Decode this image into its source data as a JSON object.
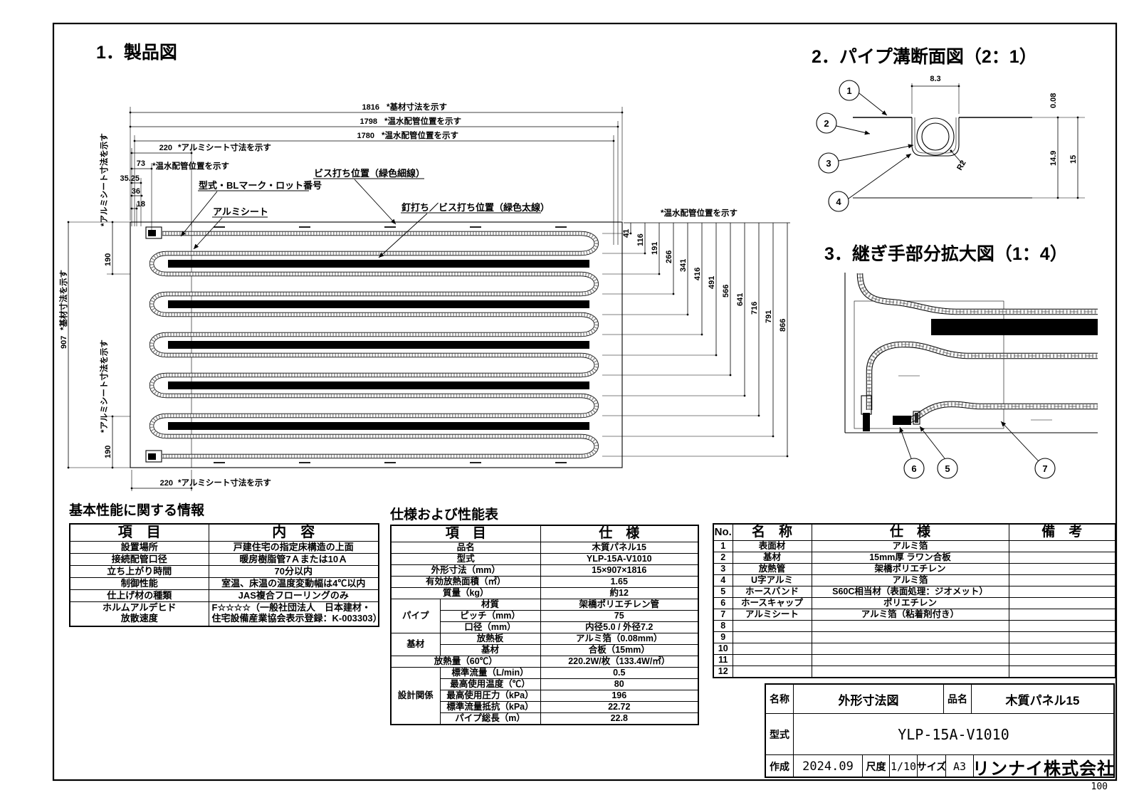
{
  "colors": {
    "background": "#ffffff",
    "line": "#000000",
    "pipe_speckle": "#9a9a9a",
    "nail_bar": "#000000"
  },
  "sheet": {
    "page_no": "100"
  },
  "s1": {
    "title": "1．製品図",
    "dims_top": [
      {
        "v": "1816",
        "n": "*基材寸法を示す"
      },
      {
        "v": "1798",
        "n": "*温水配管位置を示す"
      },
      {
        "v": "1780",
        "n": "*温水配管位置を示す"
      }
    ],
    "corner": {
      "sheet_w": "220",
      "sheet_w_note": "*アルミシート寸法を示す",
      "pipe_off": "73",
      "pipe_off_note": "*温水配管位置を示す",
      "d1": "35.25",
      "d2": "36",
      "d3": "18"
    },
    "callouts": {
      "lot": "型式・BLマーク・ロット番号",
      "sheet": "アルミシート",
      "screw": "ビス打ち位置（緑色細線）",
      "nail": "釘打ち／ビス打ち位置（緑色太線）"
    },
    "right": {
      "note": "*温水配管位置を示す",
      "dims": [
        "41",
        "116",
        "191",
        "266",
        "341",
        "416",
        "491",
        "566",
        "641",
        "716",
        "791",
        "866"
      ]
    },
    "left": {
      "h": "907",
      "h_note": "*基材寸法を示す",
      "s_top": "190",
      "s_top_note": "*アルミシート寸法を示す",
      "s_bot": "190",
      "s_bot_note": "*アルミシート寸法を示す",
      "s_w": "220",
      "s_w_note": "*アルミシート寸法を示す"
    }
  },
  "s2": {
    "title": "2．パイプ溝断面図（2：1）",
    "b1": "1",
    "b2": "2",
    "b3": "3",
    "b4": "4",
    "w": "8.3",
    "t": "0.08",
    "d": "14.9",
    "h": "15",
    "r": "R2"
  },
  "s3": {
    "title": "3．継ぎ手部分拡大図（1：4）",
    "b5": "5",
    "b6": "6",
    "b7": "7"
  },
  "basic": {
    "title": "基本性能に関する情報",
    "h1": "項　目",
    "h2": "内　容",
    "rows": [
      {
        "k": "設置場所",
        "v": "戸建住宅の指定床構造の上面"
      },
      {
        "k": "接続配管口径",
        "v": "暖房樹脂管7Ａまたは10Ａ"
      },
      {
        "k": "立ち上がり時間",
        "v": "70分以内"
      },
      {
        "k": "制御性能",
        "v": "室温、床温の温度変動幅は4℃以内"
      },
      {
        "k": "仕上げ材の種類",
        "v": "JAS複合フローリングのみ"
      }
    ],
    "last": {
      "k1": "ホルムアルデヒド",
      "k2": "放散速度",
      "v1": "F☆☆☆☆（一般社団法人　日本建材・",
      "v2": "住宅設備産業協会表示登録：K-003303）"
    }
  },
  "spec": {
    "title": "仕様および性能表",
    "h1": "項　目",
    "h2": "仕　様",
    "g_pipe": "パイプ",
    "g_base": "基材",
    "g_design": "設計関係",
    "rows": [
      {
        "k": "品名",
        "v": "木質パネル15"
      },
      {
        "k": "型式",
        "v": "YLP-15A-V1010"
      },
      {
        "k": "外形寸法（mm）",
        "v": "15×907×1816"
      },
      {
        "k": "有効放熱面積（㎡）",
        "v": "1.65"
      },
      {
        "k": "質量（kg）",
        "v": "約12"
      },
      {
        "k": "材質",
        "v": "架橋ポリエチレン管"
      },
      {
        "k": "ピッチ（mm）",
        "v": "75"
      },
      {
        "k": "口径（mm）",
        "v": "内径5.0 / 外径7.2"
      },
      {
        "k": "放熱板",
        "v": "アルミ箔（0.08mm）"
      },
      {
        "k": "基材",
        "v": "合板（15mm）"
      },
      {
        "k": "放熱量（60℃）",
        "v": "220.2W/枚（133.4W/㎡）"
      },
      {
        "k": "標準流量（L/min）",
        "v": "0.5"
      },
      {
        "k": "最高使用温度（℃）",
        "v": "80"
      },
      {
        "k": "最高使用圧力（kPa）",
        "v": "196"
      },
      {
        "k": "標準流量抵抗（kPa）",
        "v": "22.72"
      },
      {
        "k": "パイプ総長（m）",
        "v": "22.8"
      }
    ]
  },
  "parts": {
    "h_no": "No.",
    "h_name": "名　称",
    "h_spec": "仕　様",
    "h_note": "備　考",
    "rows": [
      {
        "no": "1",
        "name": "表面材",
        "spec": "アルミ箔",
        "note": ""
      },
      {
        "no": "2",
        "name": "基材",
        "spec": "15mm厚 ラワン合板",
        "note": ""
      },
      {
        "no": "3",
        "name": "放熱管",
        "spec": "架橋ポリエチレン",
        "note": ""
      },
      {
        "no": "4",
        "name": "U字アルミ",
        "spec": "アルミ箔",
        "note": ""
      },
      {
        "no": "5",
        "name": "ホースバンド",
        "spec": "S60C相当材（表面処理：ジオメット）",
        "note": ""
      },
      {
        "no": "6",
        "name": "ホースキャップ",
        "spec": "ポリエチレン",
        "note": ""
      },
      {
        "no": "7",
        "name": "アルミシート",
        "spec": "アルミ箔（粘着剤付き）",
        "note": ""
      },
      {
        "no": "8",
        "name": "",
        "spec": "",
        "note": ""
      },
      {
        "no": "9",
        "name": "",
        "spec": "",
        "note": ""
      },
      {
        "no": "10",
        "name": "",
        "spec": "",
        "note": ""
      },
      {
        "no": "11",
        "name": "",
        "spec": "",
        "note": ""
      },
      {
        "no": "12",
        "name": "",
        "spec": "",
        "note": ""
      }
    ]
  },
  "tb": {
    "name_l": "名称",
    "name": "外形寸法図",
    "item_l": "品名",
    "item": "木質パネル15",
    "model_l": "型式",
    "model": "YLP-15A-V1010",
    "date_l": "作成",
    "date": "2024.09",
    "scale_l": "尺度",
    "scale": "1/10",
    "size_l": "サイズ",
    "size": "A3",
    "company": "リンナイ株式会社"
  }
}
